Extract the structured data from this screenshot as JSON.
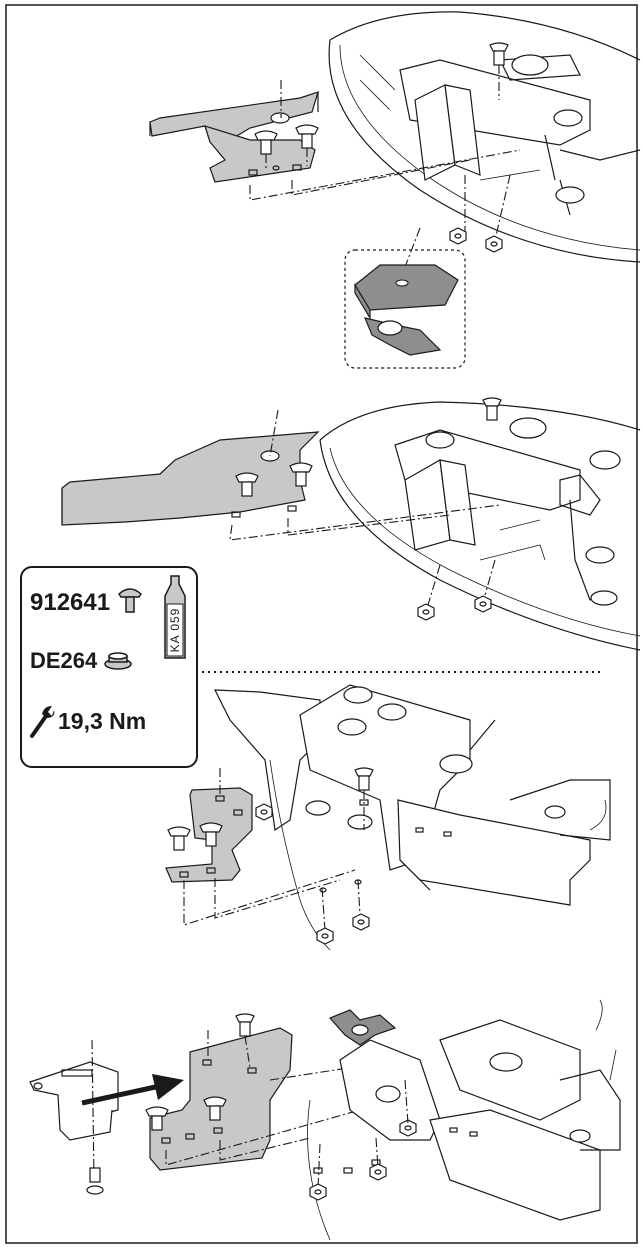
{
  "parts": {
    "bolt_part_no": "912641",
    "nut_part_no": "DE264",
    "adhesive_label": "KA 059",
    "torque_value": "19,3 Nm"
  },
  "icons": {
    "bolt": "carriage-bolt-icon",
    "nut": "flange-nut-icon",
    "tube": "adhesive-tube-icon",
    "wrench": "wrench-icon"
  },
  "colors": {
    "part_fill": "#c8c8c8",
    "part_dark": "#8e8e8e",
    "outline": "#1a1a1a"
  }
}
